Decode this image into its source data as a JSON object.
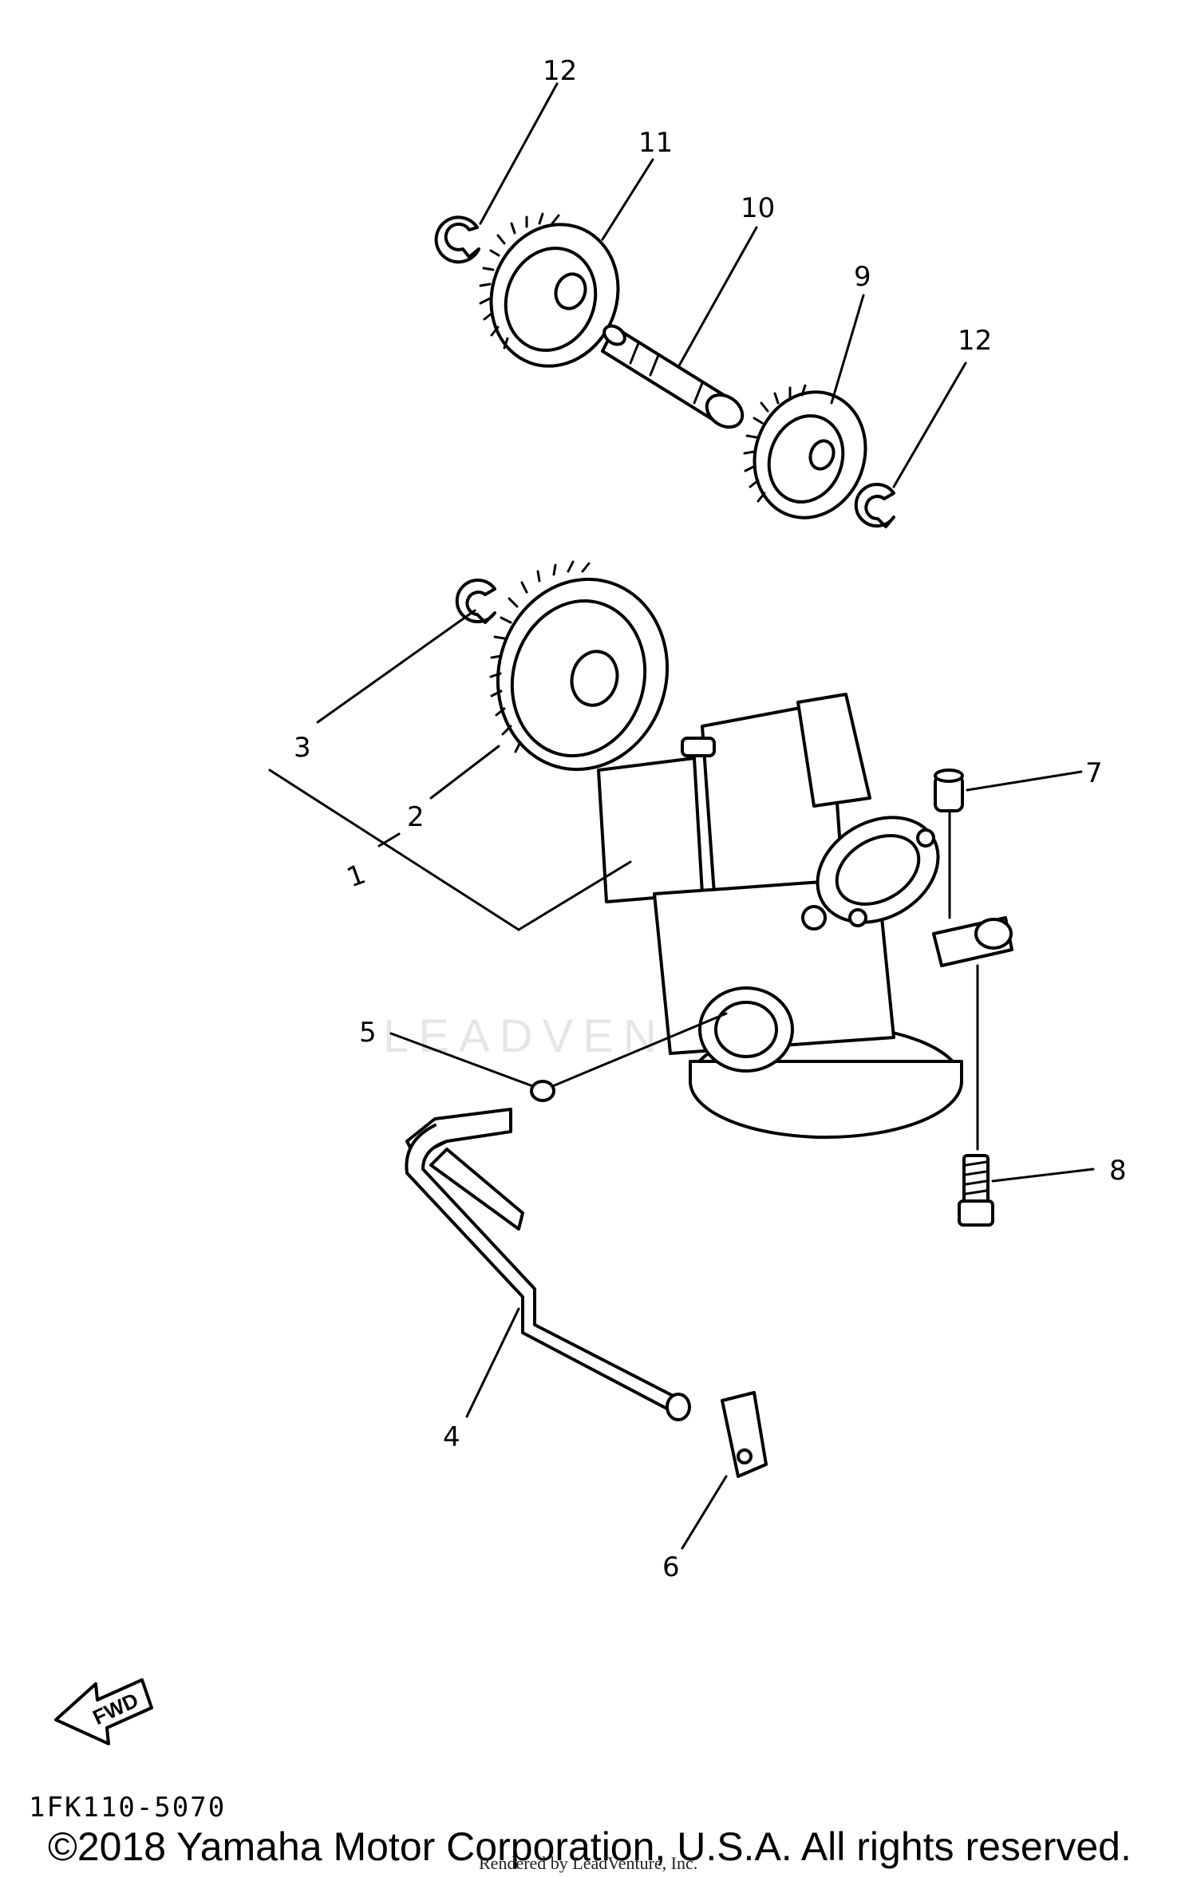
{
  "diagram": {
    "callouts": [
      "12",
      "11",
      "10",
      "9",
      "12",
      "3",
      "2",
      "1",
      "7",
      "5",
      "8",
      "4",
      "6"
    ],
    "fwd_label": "FWD",
    "diagram_code": "1FK110-5070"
  },
  "watermark_text": "LEADVENTURE",
  "footer": {
    "copyright": "©2018 Yamaha Motor Corporation, U.S.A. All rights reserved.",
    "rendered_by": "Rendered by LeadVenture, Inc."
  }
}
